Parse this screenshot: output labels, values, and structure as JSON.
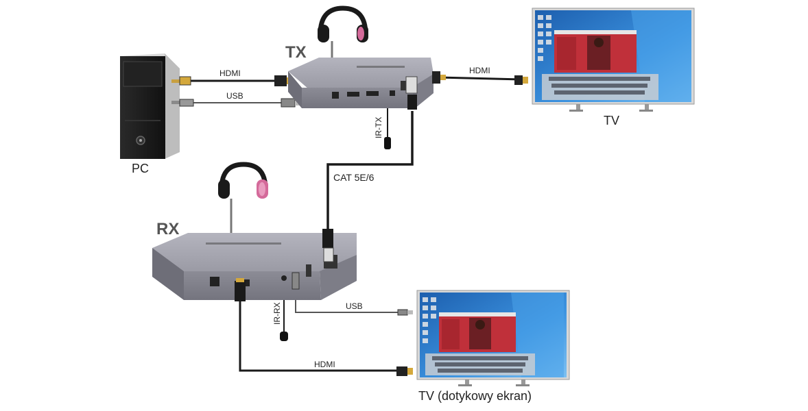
{
  "labels": {
    "tx": "TX",
    "rx": "RX",
    "pc": "PC",
    "tv_top": "TV",
    "tv_bottom": "TV (dotykowy ekran)",
    "hdmi_pc": "HDMI",
    "usb_pc": "USB",
    "hdmi_tv": "HDMI",
    "ir_tx": "IR-TX",
    "cat": "CAT 5E/6",
    "ir_rx": "IR-RX",
    "usb_rx": "USB",
    "hdmi_rx": "HDMI"
  },
  "colors": {
    "device_body": "#8a8a94",
    "device_top": "#a6a6b0",
    "cable": "#1a1a1a",
    "headphone_accent": "#d46a9a",
    "screen_wallpaper": "#2b7fd0",
    "app_window": "#c0303a"
  },
  "icons": {
    "headphones": "headphones-icon",
    "pc_tower": "pc-tower-icon",
    "tv": "tv-icon",
    "ir_sensor": "ir-sensor-icon"
  }
}
